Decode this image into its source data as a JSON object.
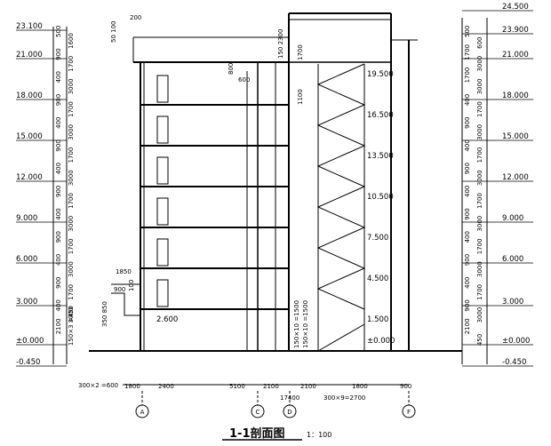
{
  "title": "1-1剖面图",
  "scale": "1：100",
  "levels_left": [
    "23.100",
    "21.000",
    "18.000",
    "15.000",
    "12.000",
    "9.000",
    "6.000",
    "3.000",
    "±0.000",
    "-0.450"
  ],
  "levels_right": [
    "24.500",
    "23.900",
    "21.000",
    "18.000",
    "15.000",
    "12.000",
    "9.000",
    "6.000",
    "3.000",
    "±0.000",
    "-0.450"
  ],
  "stair_landings": [
    "19.500",
    "16.500",
    "13.500",
    "10.500",
    "7.500",
    "4.500",
    "1.500",
    "±0.000"
  ],
  "left_dims": [
    "500",
    "1600",
    "900",
    "1700",
    "400",
    "3000",
    "900",
    "1700",
    "400",
    "3000",
    "900",
    "1700",
    "400",
    "3000",
    "900",
    "1700",
    "400",
    "3000",
    "900",
    "1700",
    "400",
    "3000",
    "900",
    "1700",
    "400",
    "3000",
    "2100",
    "150×3 =450"
  ],
  "right_dims": [
    "500",
    "600",
    "1700",
    "3000",
    "1700",
    "3000",
    "400",
    "1700",
    "900",
    "3000",
    "400",
    "1700",
    "900",
    "3000",
    "400",
    "1700",
    "900",
    "3000",
    "400",
    "1700",
    "900",
    "3000",
    "400",
    "1700",
    "900",
    "3000",
    "2100",
    "450"
  ],
  "bottom_dims": [
    "1800",
    "2400",
    "5100",
    "2100",
    "2100",
    "1800",
    "900"
  ],
  "bottom_total": "17400",
  "stair_dim": "300×9=2700",
  "left_bottom_dim": "300×2 =600",
  "axes": [
    "A",
    "C",
    "D",
    "F"
  ],
  "annotations": {
    "parapet_top": "200",
    "parapet_side": "50 100",
    "roof_dim": "150 2300",
    "roof_1700": "1700",
    "roof_1100": "1100",
    "canopy_800": "800",
    "canopy_600": "600",
    "entry_1850": "1850",
    "entry_900": "900",
    "entry_100": "100",
    "entry_350": "350 850",
    "entry_level": "2.600",
    "stair_bottom_a": "150×10 =1500",
    "stair_bottom_b": "150×10 =1500"
  }
}
